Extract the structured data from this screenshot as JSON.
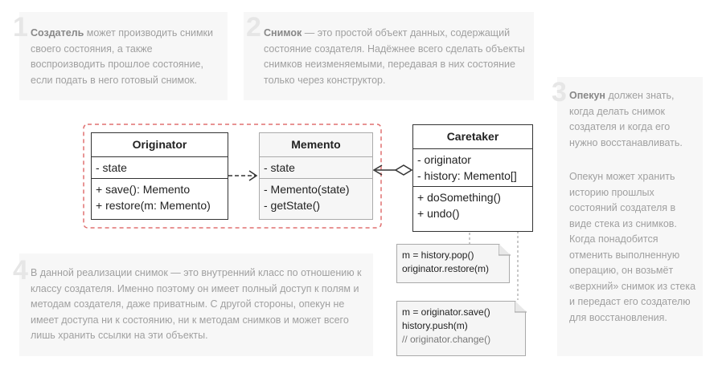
{
  "notes": {
    "n1": {
      "num": "1",
      "bold": "Создатель",
      "text": " может производить снимки своего состояния, а также воспроизводить прошлое состояние, если подать в него готовый снимок."
    },
    "n2": {
      "num": "2",
      "bold": "Снимок",
      "text": " — это простой объект данных, содержащий состояние создателя. Надёжнее всего сделать объекты снимков неизменяемыми, передавая в них состояние только через конструктор."
    },
    "n3": {
      "num": "3",
      "bold": "Опекун",
      "text": " должен знать, когда делать снимок создателя и когда его нужно восстанавливать.",
      "text2": "Опекун может хранить историю прошлых состояний создателя в виде стека из снимков. Когда понадобится отменить выполненную операцию, он возьмёт «верхний» снимок из стека и передаст его создателю для восстановления."
    },
    "n4": {
      "num": "4",
      "text": "В данной реализации снимок — это внутренний класс по отношению к классу создателя. Именно поэтому он имеет полный доступ к полям и методам создателя, даже приватным. С другой стороны, опекун не имеет доступа ни к состоянию, ни к методам снимков и может всего лишь хранить ссылки на эти объекты."
    }
  },
  "originator": {
    "name": "Originator",
    "fields": [
      "- state"
    ],
    "methods": [
      "+ save(): Memento",
      "+ restore(m: Memento)"
    ]
  },
  "memento": {
    "name": "Memento",
    "fields": [
      "- state"
    ],
    "methods": [
      "- Memento(state)",
      "- getState()"
    ]
  },
  "caretaker": {
    "name": "Caretaker",
    "fields": [
      "- originator",
      "- history: Memento[]"
    ],
    "methods": [
      "+ doSomething()",
      "+ undo()"
    ]
  },
  "code_undo": [
    "m = history.pop()",
    "originator.restore(m)"
  ],
  "code_do": [
    "m = originator.save()",
    "history.push(m)",
    "// originator.change()"
  ]
}
